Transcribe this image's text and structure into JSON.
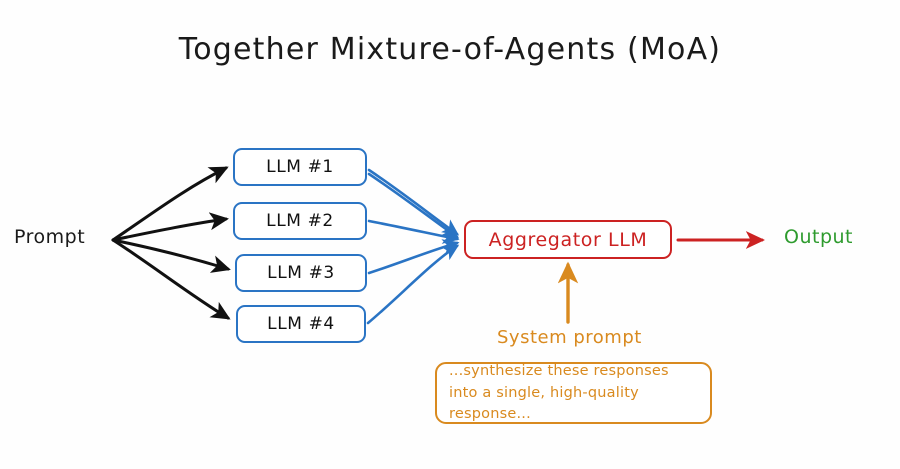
{
  "page": {
    "title": "Together Mixture-of-Agents (MoA)",
    "background_color": "#fefefe"
  },
  "colors": {
    "title_text": "#1a1a1a",
    "prompt_arrow": "#111111",
    "llm_box_border": "#2a74c4",
    "llm_box_text": "#111111",
    "proposer_arrow": "#2a74c4",
    "aggregator_border": "#cc2222",
    "aggregator_text": "#cc2222",
    "output_arrow": "#cc2222",
    "output_text": "#2e9b2e",
    "system_prompt": "#d98a1f"
  },
  "nodes": {
    "prompt_label": "Prompt",
    "output_label": "Output",
    "aggregator_label": "Aggregator LLM",
    "system_prompt_label": "System prompt",
    "system_prompt_text": "...synthesize these responses into a single, high-quality response...",
    "llm_boxes": [
      {
        "label": "LLM #1"
      },
      {
        "label": "LLM #2"
      },
      {
        "label": "LLM #3"
      },
      {
        "label": "LLM #4"
      }
    ]
  },
  "edges": [
    {
      "name": "prompt-to-llm-1",
      "from": "Prompt",
      "to": "LLM #1",
      "color": "#111111"
    },
    {
      "name": "prompt-to-llm-2",
      "from": "Prompt",
      "to": "LLM #2",
      "color": "#111111"
    },
    {
      "name": "prompt-to-llm-3",
      "from": "Prompt",
      "to": "LLM #3",
      "color": "#111111"
    },
    {
      "name": "prompt-to-llm-4",
      "from": "Prompt",
      "to": "LLM #4",
      "color": "#111111"
    },
    {
      "name": "llm-1-to-aggregator",
      "from": "LLM #1",
      "to": "Aggregator LLM",
      "color": "#2a74c4"
    },
    {
      "name": "llm-2-to-aggregator",
      "from": "LLM #2",
      "to": "Aggregator LLM",
      "color": "#2a74c4"
    },
    {
      "name": "llm-3-to-aggregator",
      "from": "LLM #3",
      "to": "Aggregator LLM",
      "color": "#2a74c4"
    },
    {
      "name": "llm-4-to-aggregator",
      "from": "LLM #4",
      "to": "Aggregator LLM",
      "color": "#2a74c4"
    },
    {
      "name": "aggregator-to-output",
      "from": "Aggregator LLM",
      "to": "Output",
      "color": "#cc2222"
    },
    {
      "name": "system-prompt-to-aggregator",
      "from": "System prompt",
      "to": "Aggregator LLM",
      "color": "#d98a1f"
    }
  ]
}
